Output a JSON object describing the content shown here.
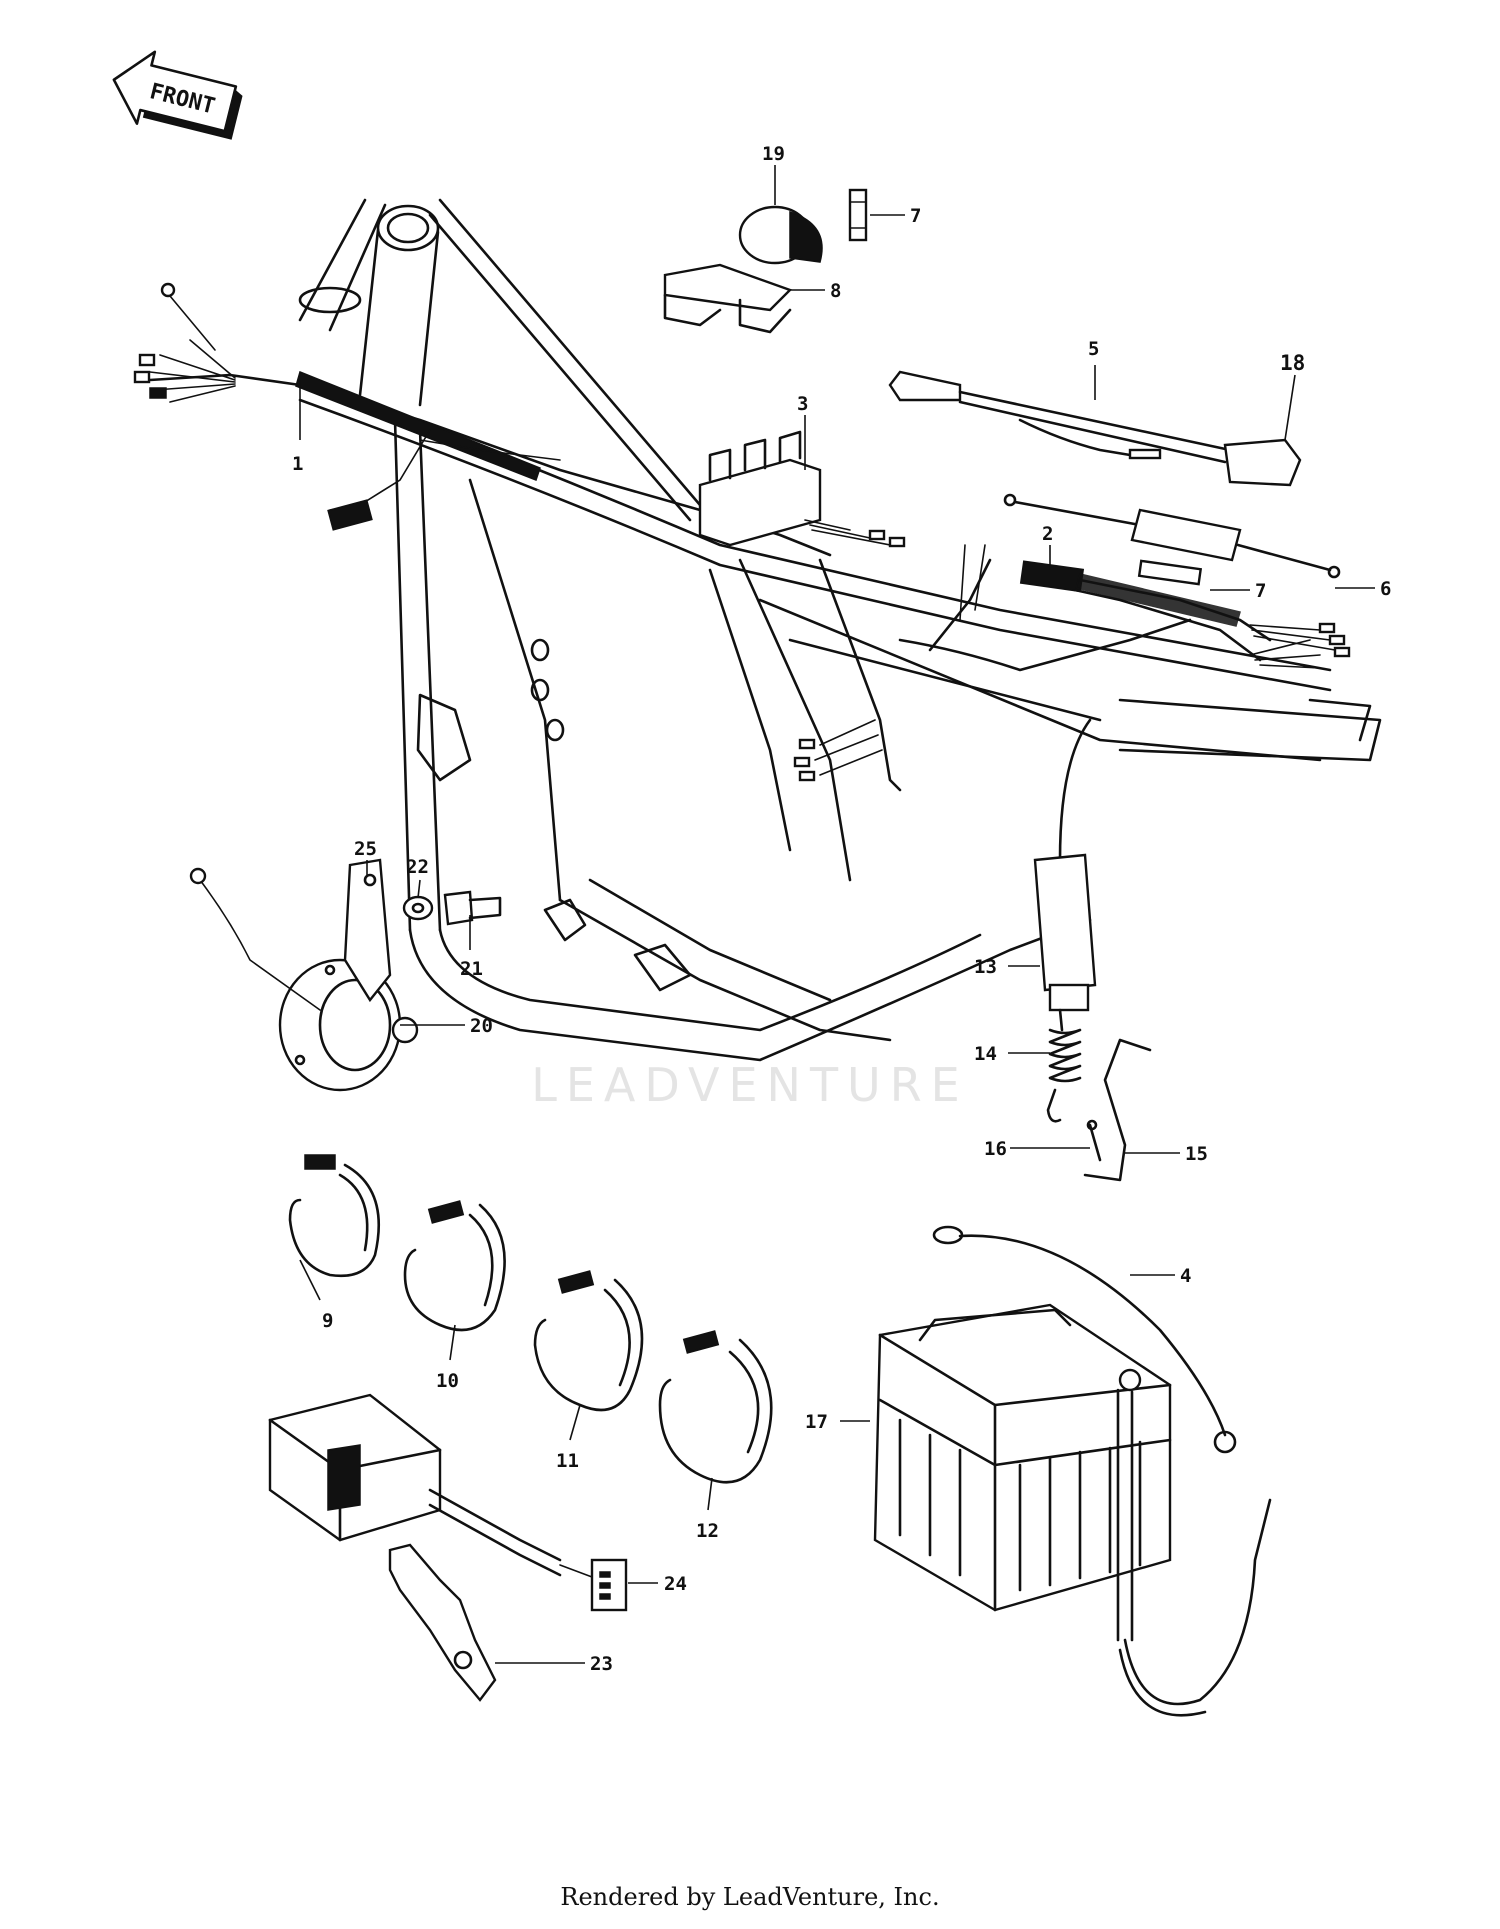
{
  "front_arrow": {
    "text": "FRONT"
  },
  "labels": {
    "p1": "1",
    "p2": "2",
    "p3": "3",
    "p4": "4",
    "p5": "5",
    "p6": "6",
    "p7a": "7",
    "p7b": "7",
    "p8": "8",
    "p9": "9",
    "p10": "10",
    "p11": "11",
    "p12": "12",
    "p13": "13",
    "p14": "14",
    "p15": "15",
    "p16": "16",
    "p17": "17",
    "p18": "18",
    "p19": "19",
    "p20": "20",
    "p21": "21",
    "p22": "22",
    "p23": "23",
    "p24": "24",
    "p25": "25"
  },
  "watermark": "LEADVENTURE",
  "footer": "Rendered by LeadVenture, Inc."
}
